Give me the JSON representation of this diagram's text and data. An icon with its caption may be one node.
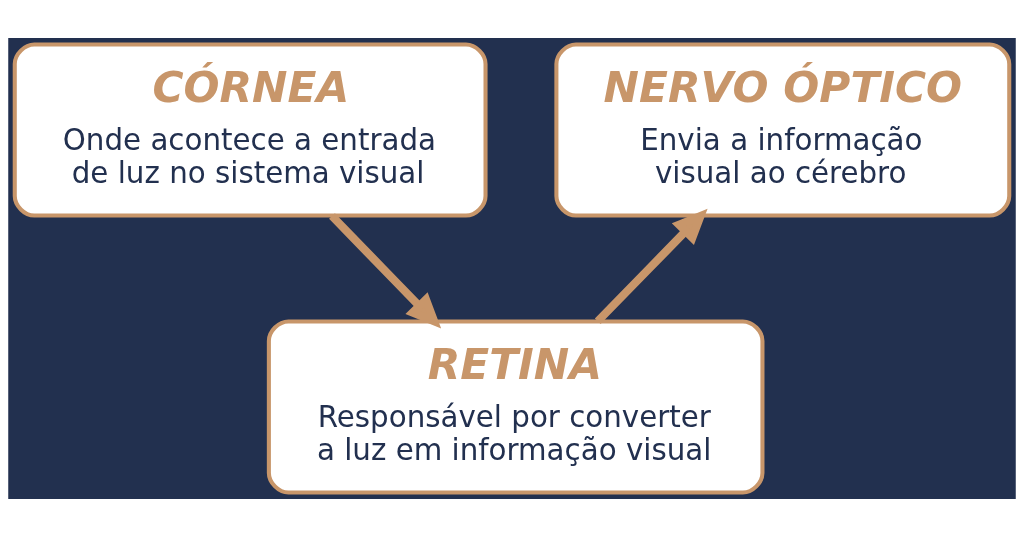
{
  "diagram": {
    "nodes": [
      {
        "text": [
          "CÓRNEA",
          "Onde acontece a entrada de luz no sistema visual"
        ]
      },
      {
        "text": [
          "RETINA",
          "Responsável por converter a luz em informação visual"
        ]
      },
      {
        "text": [
          "NERVO ÓPTICO",
          "Envia a informação visual ao cérebro"
        ]
      }
    ],
    "edges": [
      {
        "from": 0,
        "to": 1,
        "arrow": "to"
      },
      {
        "from": 1,
        "to": 2,
        "arrow": "to"
      }
    ]
  }
}
